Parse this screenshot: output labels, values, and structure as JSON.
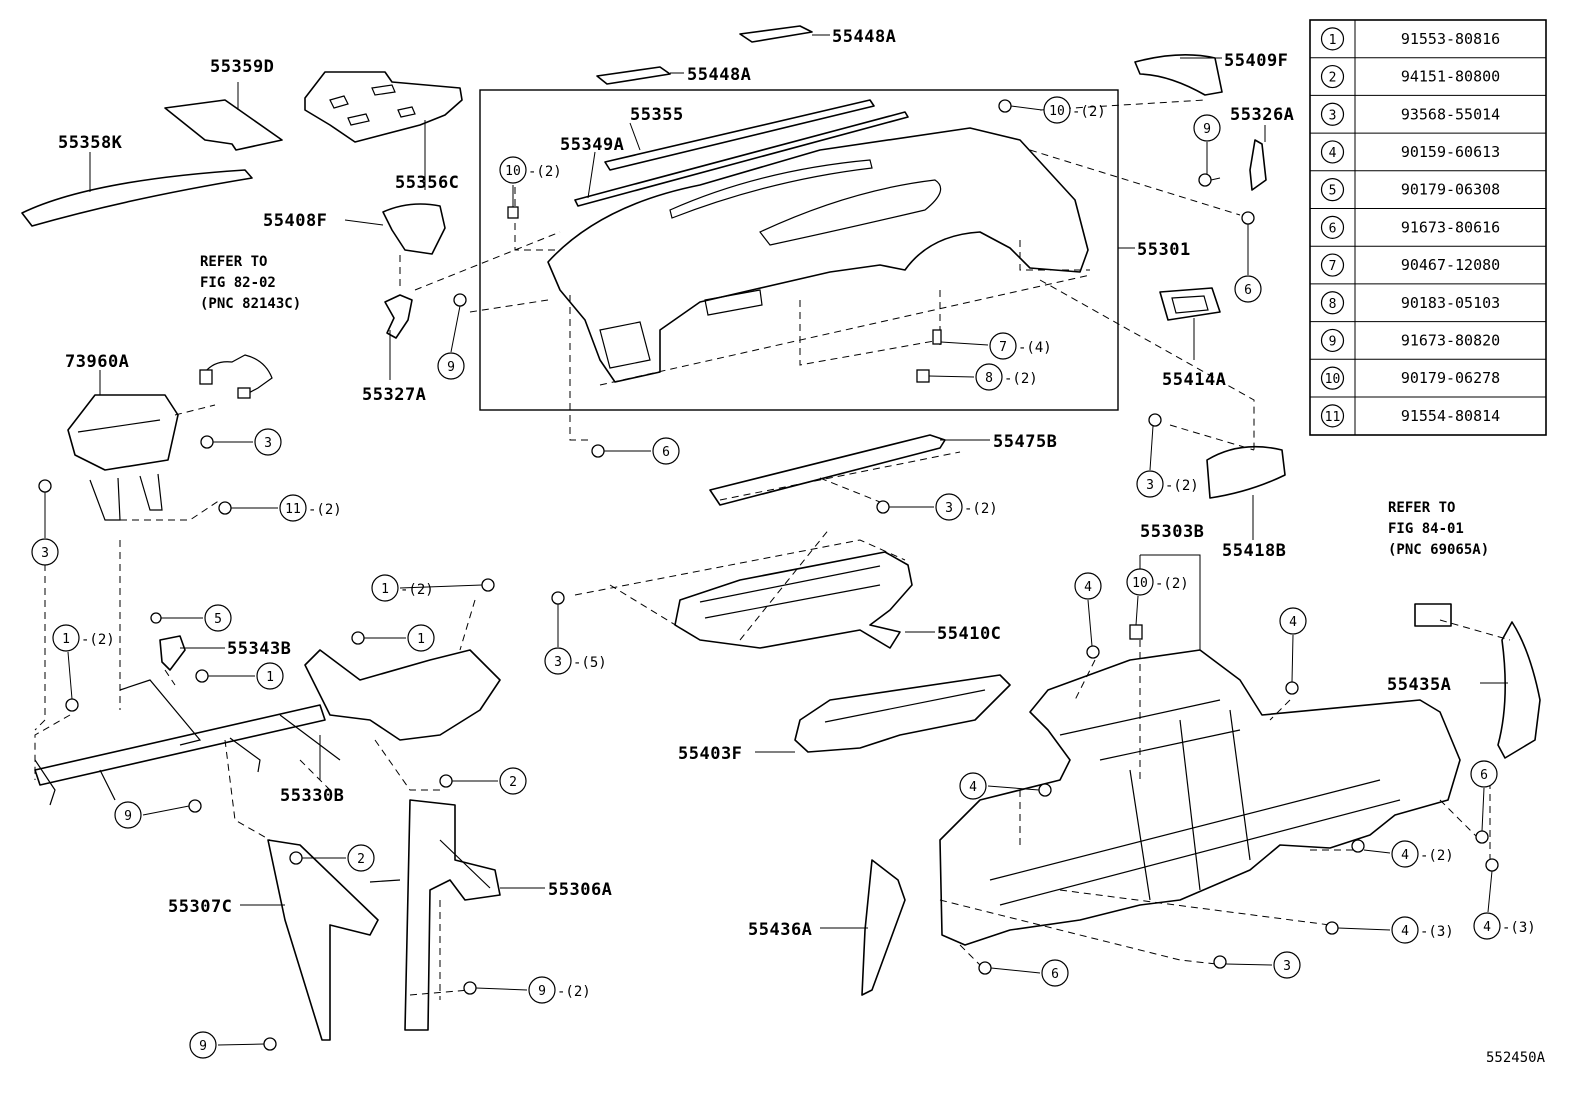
{
  "parts": [
    {
      "id": "55448A",
      "label": "55448A"
    },
    {
      "id": "55448A_2",
      "label": "55448A"
    },
    {
      "id": "55409F",
      "label": "55409F"
    },
    {
      "id": "55359D",
      "label": "55359D"
    },
    {
      "id": "55355",
      "label": "55355"
    },
    {
      "id": "55349A",
      "label": "55349A"
    },
    {
      "id": "55326A",
      "label": "55326A"
    },
    {
      "id": "55358K",
      "label": "55358K"
    },
    {
      "id": "55356C",
      "label": "55356C"
    },
    {
      "id": "55408F",
      "label": "55408F"
    },
    {
      "id": "55301",
      "label": "55301"
    },
    {
      "id": "55327A",
      "label": "55327A"
    },
    {
      "id": "55414A",
      "label": "55414A"
    },
    {
      "id": "73960A",
      "label": "73960A"
    },
    {
      "id": "55475B",
      "label": "55475B"
    },
    {
      "id": "55418B",
      "label": "55418B"
    },
    {
      "id": "55303B",
      "label": "55303B"
    },
    {
      "id": "55343B",
      "label": "55343B"
    },
    {
      "id": "55410C",
      "label": "55410C"
    },
    {
      "id": "55435A",
      "label": "55435A"
    },
    {
      "id": "55330B",
      "label": "55330B"
    },
    {
      "id": "55403F",
      "label": "55403F"
    },
    {
      "id": "55306A",
      "label": "55306A"
    },
    {
      "id": "55307C",
      "label": "55307C"
    },
    {
      "id": "55436A",
      "label": "55436A"
    }
  ],
  "references": {
    "wire": [
      "REFER TO",
      "FIG 82-02",
      "(PNC 82143C)"
    ],
    "connector": [
      "REFER TO",
      "FIG 84-01",
      "(PNC 69065A)"
    ]
  },
  "quantity_marks": [
    "-(2)",
    "-(3)",
    "-(4)",
    "-(5)"
  ],
  "hardware_table": [
    {
      "ref": "1",
      "part": "91553-80816"
    },
    {
      "ref": "2",
      "part": "94151-80800"
    },
    {
      "ref": "3",
      "part": "93568-55014"
    },
    {
      "ref": "4",
      "part": "90159-60613"
    },
    {
      "ref": "5",
      "part": "90179-06308"
    },
    {
      "ref": "6",
      "part": "91673-80616"
    },
    {
      "ref": "7",
      "part": "90467-12080"
    },
    {
      "ref": "8",
      "part": "90183-05103"
    },
    {
      "ref": "9",
      "part": "91673-80820"
    },
    {
      "ref": "10",
      "part": "90179-06278"
    },
    {
      "ref": "11",
      "part": "91554-80814"
    }
  ],
  "figure_number": "552450A"
}
